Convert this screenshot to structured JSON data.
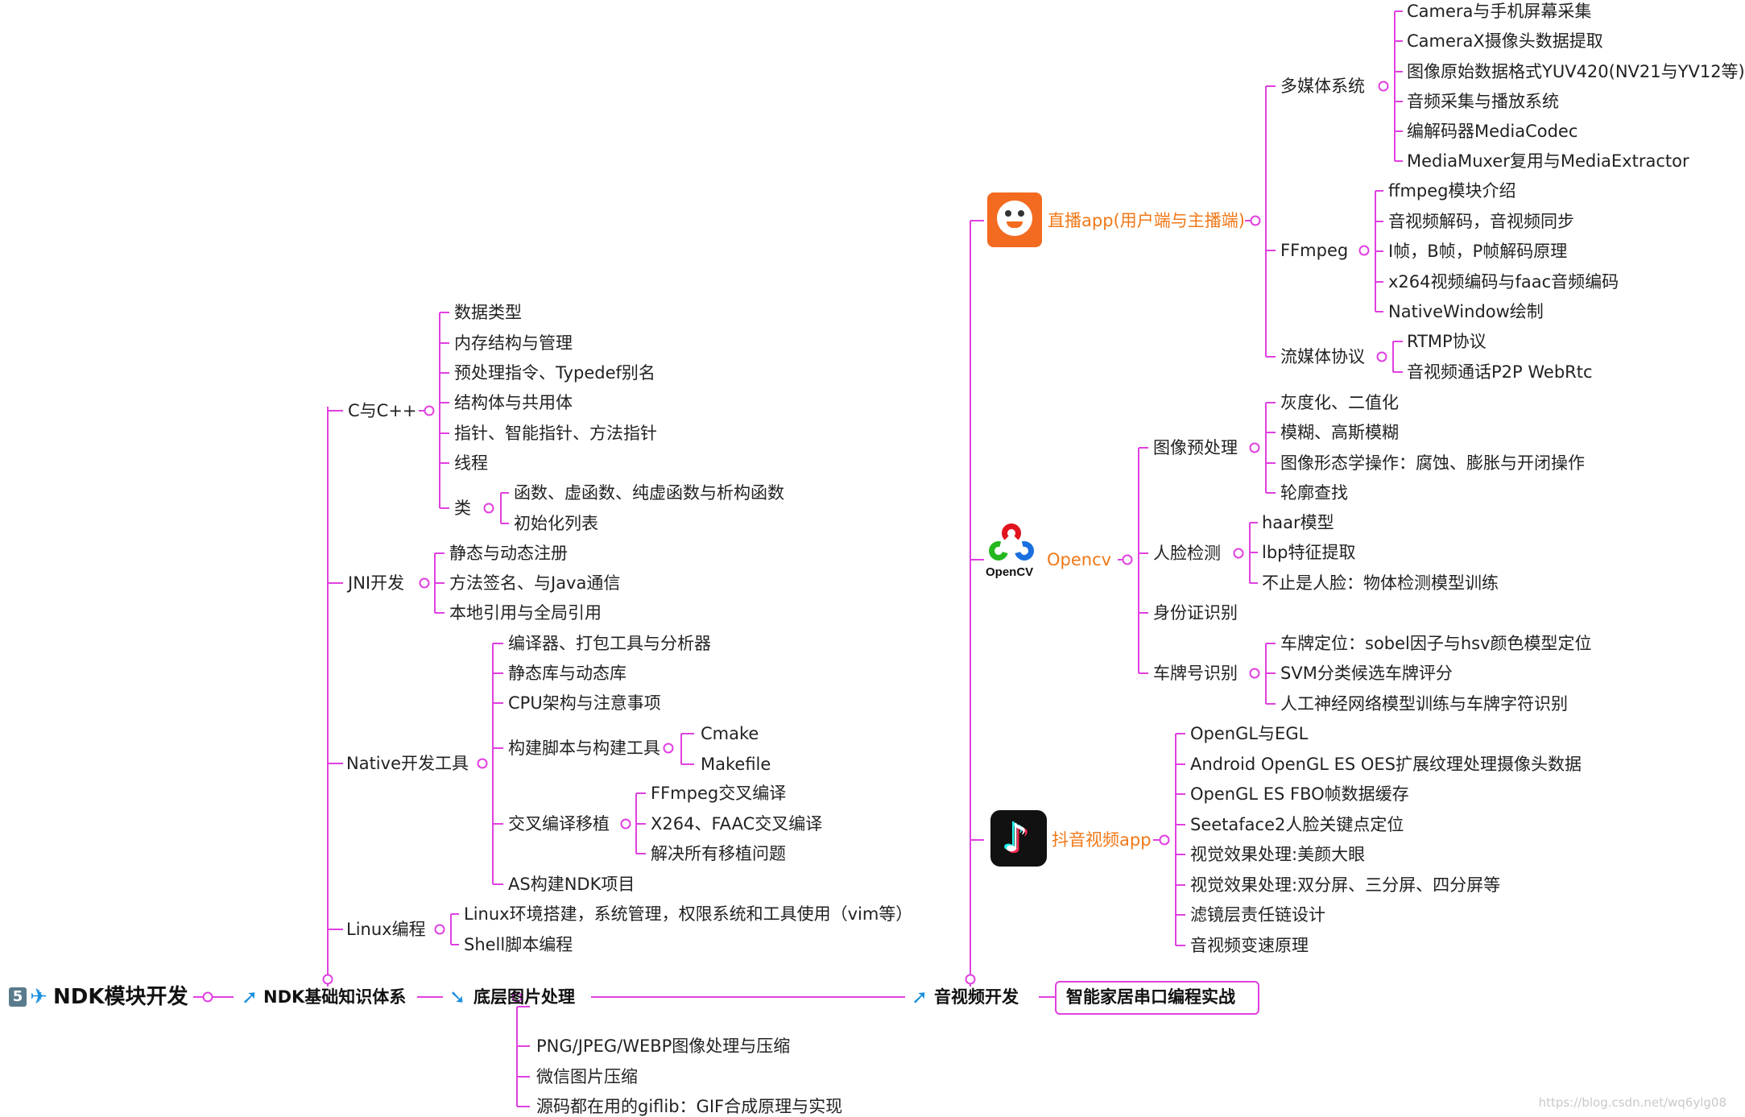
{
  "root": {
    "badge": "5",
    "label": "NDK模块开发"
  },
  "branches": {
    "ndk_basics": "NDK基础知识体系",
    "image": "底层图片处理",
    "av": "音视频开发",
    "smart_home": "智能家居串口编程实战"
  },
  "ndk_basics": {
    "c_cpp": {
      "label": "C与C++",
      "items": [
        "数据类型",
        "内存结构与管理",
        "预处理指令、Typedef别名",
        "结构体与共用体",
        "指针、智能指针、方法指针",
        "线程"
      ],
      "class": {
        "label": "类",
        "items": [
          "函数、虚函数、纯虚函数与析构函数",
          "初始化列表"
        ]
      }
    },
    "jni": {
      "label": "JNI开发",
      "items": [
        "静态与动态注册",
        "方法签名、与Java通信",
        "本地引用与全局引用"
      ]
    },
    "native_tools": {
      "label": "Native开发工具",
      "items_top": [
        "编译器、打包工具与分析器",
        "静态库与动态库",
        "CPU架构与注意事项"
      ],
      "build": {
        "label": "构建脚本与构建工具",
        "items": [
          "Cmake",
          "Makefile"
        ]
      },
      "cross": {
        "label": "交叉编译移植",
        "items": [
          "FFmpeg交叉编译",
          "X264、FAAC交叉编译",
          "解决所有移植问题"
        ]
      },
      "last": "AS构建NDK项目"
    },
    "linux": {
      "label": "Linux编程",
      "items": [
        "Linux环境搭建，系统管理，权限系统和工具使用（vim等）",
        "Shell脚本编程"
      ]
    }
  },
  "image": {
    "items": [
      "PNG/JPEG/WEBP图像处理与压缩",
      "微信图片压缩",
      "源码都在用的giflib：GIF合成原理与实现"
    ]
  },
  "av": {
    "live": {
      "label": "直播app(用户端与主播端)",
      "icon": "live-app-logo",
      "multimedia": {
        "label": "多媒体系统",
        "items": [
          "Camera与手机屏幕采集",
          "CameraX摄像头数据提取",
          "图像原始数据格式YUV420(NV21与YV12等)",
          "音频采集与播放系统",
          "编解码器MediaCodec",
          "MediaMuxer复用与MediaExtractor"
        ]
      },
      "ffmpeg": {
        "label": "FFmpeg",
        "items": [
          "ffmpeg模块介绍",
          "音视频解码，音视频同步",
          "I帧，B帧，P帧解码原理",
          "x264视频编码与faac音频编码",
          "NativeWindow绘制"
        ]
      },
      "stream": {
        "label": "流媒体协议",
        "items": [
          "RTMP协议",
          "音视频通话P2P WebRtc"
        ]
      }
    },
    "opencv": {
      "label": "Opencv",
      "logo_text": "OpenCV",
      "preprocess": {
        "label": "图像预处理",
        "items": [
          "灰度化、二值化",
          "模糊、高斯模糊",
          "图像形态学操作：腐蚀、膨胀与开闭操作",
          "轮廓查找"
        ]
      },
      "face": {
        "label": "人脸检测",
        "items": [
          "haar模型",
          "lbp特征提取",
          "不止是人脸：物体检测模型训练"
        ]
      },
      "idcard": "身份证识别",
      "plate": {
        "label": "车牌号识别",
        "items": [
          "车牌定位：sobel因子与hsv颜色模型定位",
          "SVM分类候选车牌评分",
          "人工神经网络模型训练与车牌字符识别"
        ]
      }
    },
    "douyin": {
      "label": "抖音视频app",
      "icon": "douyin-logo",
      "items": [
        "OpenGL与EGL",
        "Android OpenGL ES OES扩展纹理处理摄像头数据",
        "OpenGL ES FBO帧数据缓存",
        "Seetaface2人脸关键点定位",
        "视觉效果处理:美颜大眼",
        "视觉效果处理:双分屏、三分屏、四分屏等",
        "滤镜层责任链设计",
        "音视频变速原理"
      ]
    }
  },
  "watermark": "https://blog.csdn.net/wq6ylg08",
  "colors": {
    "line": "#e040e0",
    "accent": "#f07818",
    "arrow": "#1a8fe0"
  }
}
